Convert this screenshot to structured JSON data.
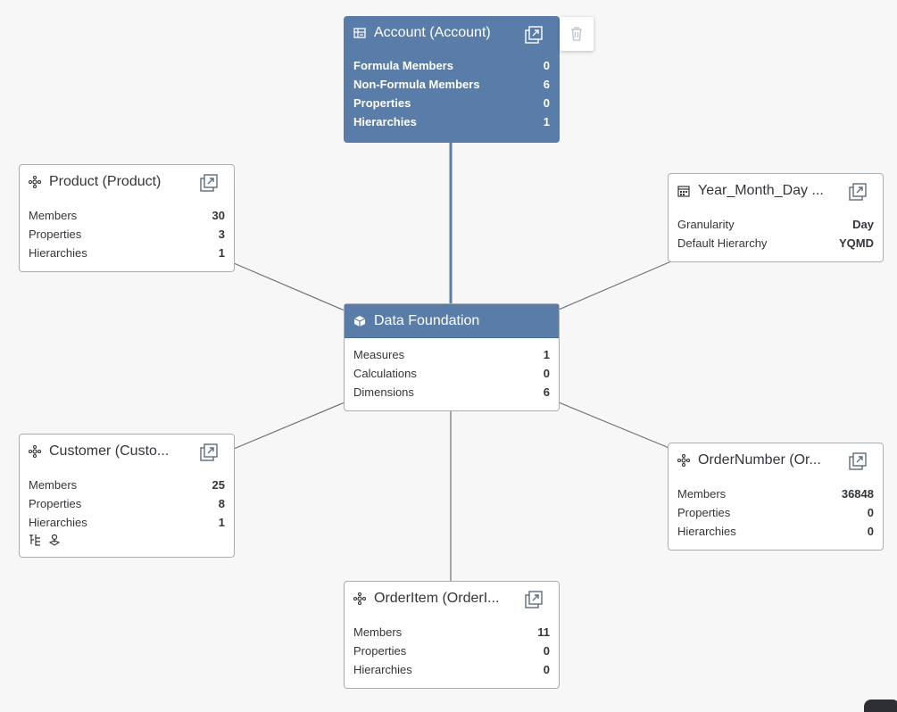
{
  "nodes": {
    "account": {
      "title": "Account (Account)",
      "rows": [
        {
          "label": "Formula Members",
          "value": "0"
        },
        {
          "label": "Non-Formula Members",
          "value": "6"
        },
        {
          "label": "Properties",
          "value": "0"
        },
        {
          "label": "Hierarchies",
          "value": "1"
        }
      ]
    },
    "product": {
      "title": "Product (Product)",
      "rows": [
        {
          "label": "Members",
          "value": "30"
        },
        {
          "label": "Properties",
          "value": "3"
        },
        {
          "label": "Hierarchies",
          "value": "1"
        }
      ]
    },
    "date": {
      "title": "Year_Month_Day ...",
      "rows": [
        {
          "label": "Granularity",
          "value": "Day"
        },
        {
          "label": "Default Hierarchy",
          "value": "YQMD"
        }
      ]
    },
    "foundation": {
      "title": "Data Foundation",
      "rows": [
        {
          "label": "Measures",
          "value": "1"
        },
        {
          "label": "Calculations",
          "value": "0"
        },
        {
          "label": "Dimensions",
          "value": "6"
        }
      ]
    },
    "customer": {
      "title": "Customer (Custo...",
      "rows": [
        {
          "label": "Members",
          "value": "25"
        },
        {
          "label": "Properties",
          "value": "8"
        },
        {
          "label": "Hierarchies",
          "value": "1"
        }
      ]
    },
    "ordernumber": {
      "title": "OrderNumber (Or...",
      "rows": [
        {
          "label": "Members",
          "value": "36848"
        },
        {
          "label": "Properties",
          "value": "0"
        },
        {
          "label": "Hierarchies",
          "value": "0"
        }
      ]
    },
    "orderitem": {
      "title": "OrderItem (OrderI...",
      "rows": [
        {
          "label": "Members",
          "value": "11"
        },
        {
          "label": "Properties",
          "value": "0"
        },
        {
          "label": "Hierarchies",
          "value": "0"
        }
      ]
    }
  },
  "colors": {
    "selected": "#5a7ca8",
    "link": "#6d7278",
    "selected_link": "#5a7ca8"
  },
  "icons": {
    "account": "account-icon",
    "dimension": "dimension-icon",
    "date": "calendar-icon",
    "foundation": "cube-icon",
    "open": "open-in-new-window-icon",
    "delete": "trash-icon"
  }
}
